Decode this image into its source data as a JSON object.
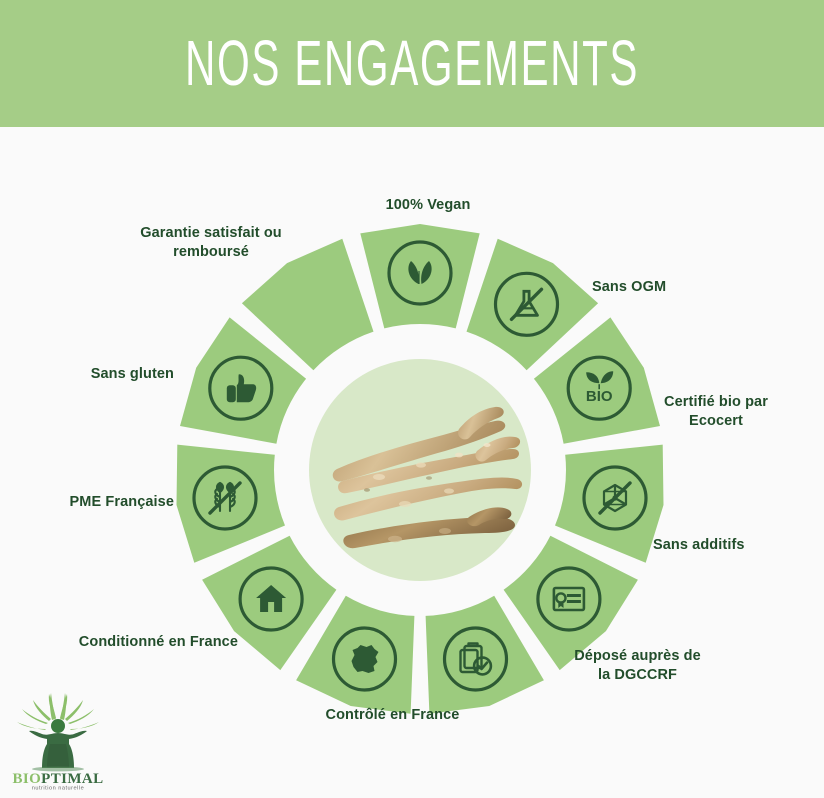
{
  "header": {
    "title": "NOS ENGAGEMENTS",
    "background_color": "#a5cd87",
    "text_color": "#ffffff"
  },
  "page": {
    "background_color": "#fafafa",
    "label_color": "#224d2b",
    "segment_color": "#9ccb7e",
    "icon_color": "#2d5a34",
    "center_disc_color": "#d8e8c8"
  },
  "center": {
    "image_alt": "Racines de ginseng"
  },
  "wheel": {
    "segment_count": 11,
    "segments": [
      {
        "id": "vegan",
        "label": "100% Vegan",
        "icon": "leaves-icon",
        "angle_deg": -90
      },
      {
        "id": "sans-ogm",
        "label": "Sans OGM",
        "icon": "no-flask-icon",
        "angle_deg": -57
      },
      {
        "id": "bio",
        "label": "Certifié bio par\nEcocert",
        "icon": "bio-leaf-icon",
        "angle_deg": -24
      },
      {
        "id": "additifs",
        "label": "Sans additifs",
        "icon": "no-molecule-icon",
        "angle_deg": 9
      },
      {
        "id": "dgccrf",
        "label": "Déposé auprès de\nla DGCCRF",
        "icon": "certificate-icon",
        "angle_deg": 42
      },
      {
        "id": "controle",
        "label": "Contrôlé en France",
        "icon": "clipboard-check-icon",
        "angle_deg": 75
      },
      {
        "id": "conditionne",
        "label": "Conditionné en France",
        "icon": "france-map-icon",
        "angle_deg": 108
      },
      {
        "id": "pme",
        "label": "PME Française",
        "icon": "house-icon",
        "angle_deg": 141
      },
      {
        "id": "gluten",
        "label": "Sans gluten",
        "icon": "no-wheat-icon",
        "angle_deg": 174
      },
      {
        "id": "garantie",
        "label": "Garantie satisfait ou\nremboursé",
        "icon": "thumbs-up-icon",
        "angle_deg": 207
      },
      {
        "id": "spacer",
        "label": "",
        "icon": "",
        "angle_deg": 240
      }
    ]
  },
  "logo": {
    "name_light": "BIO",
    "name_dark": "PTIMAL",
    "tagline": "nutrition naturelle",
    "light_color": "#8cbf6a",
    "dark_color": "#3a6b42"
  }
}
